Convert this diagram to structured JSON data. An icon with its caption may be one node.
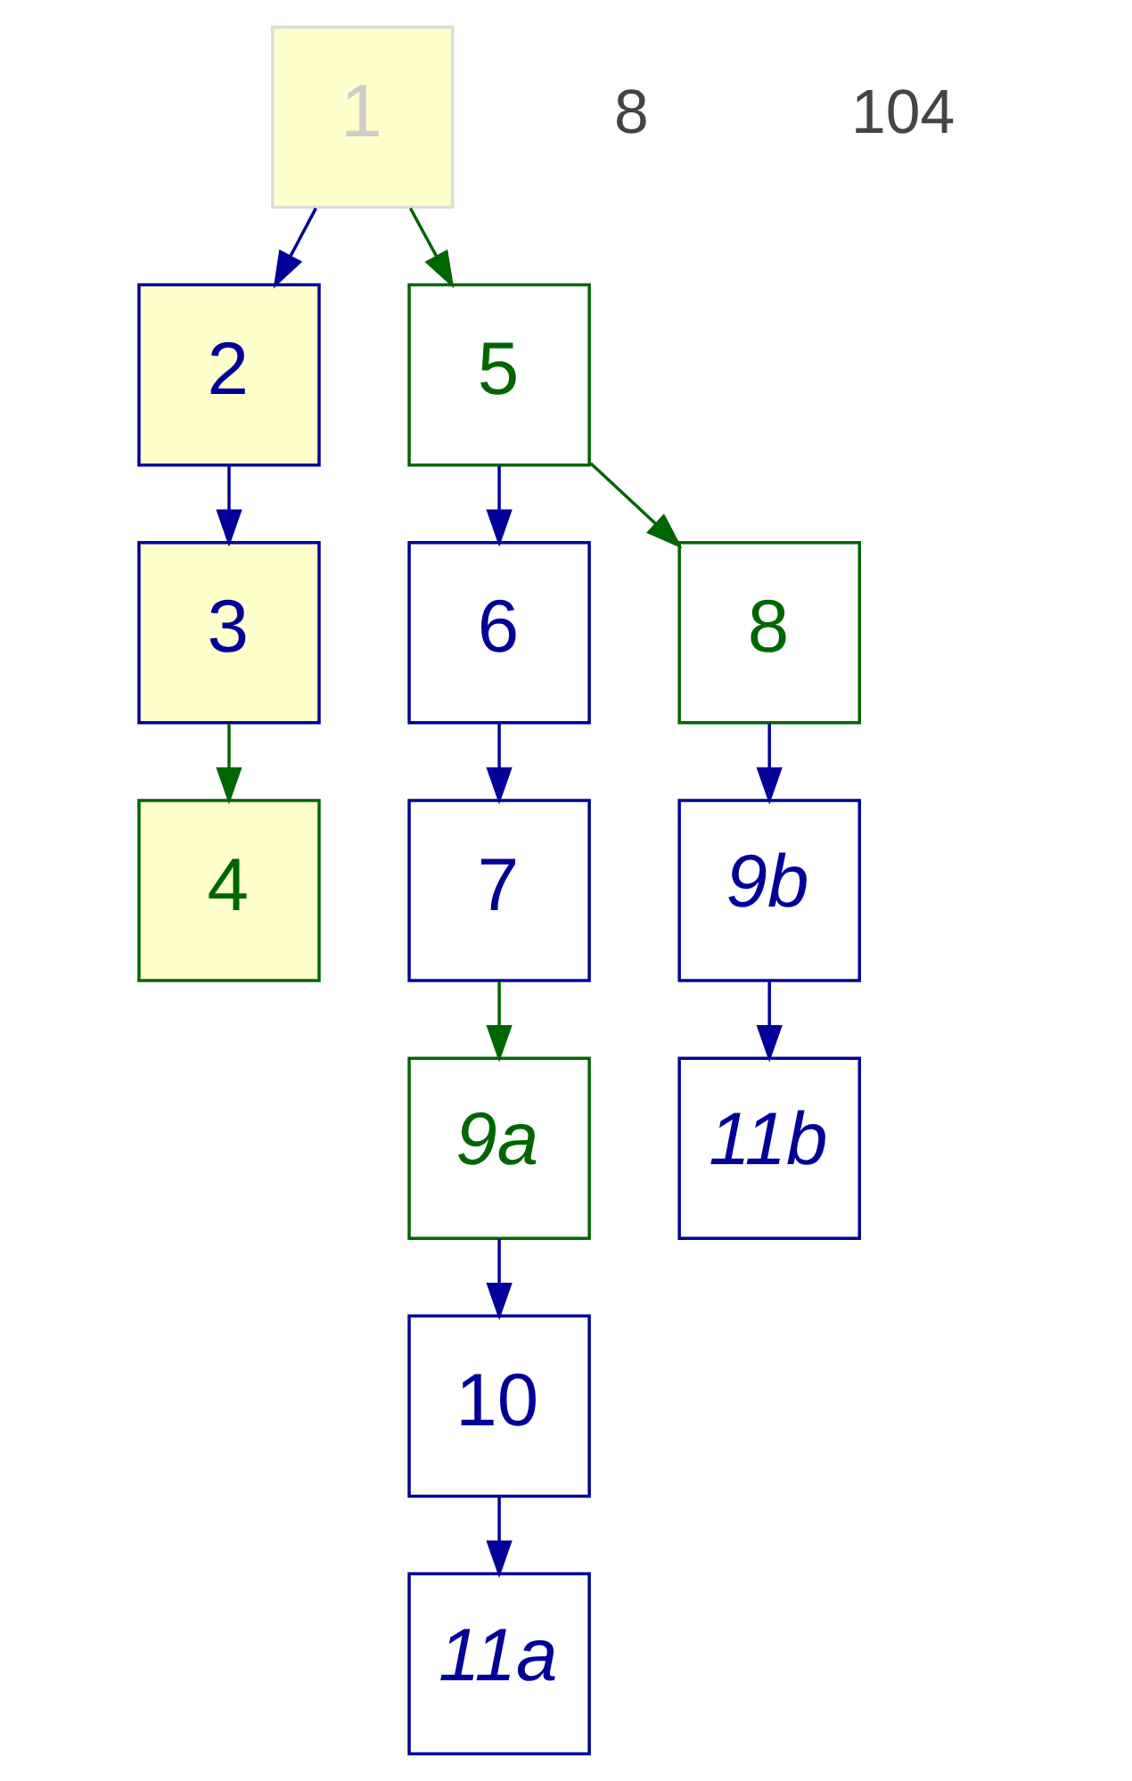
{
  "diagram": {
    "nodes": [
      {
        "text": [
          "1"
        ]
      },
      {
        "text": [
          "2"
        ]
      },
      {
        "text": [
          "3"
        ]
      },
      {
        "text": [
          "4"
        ]
      },
      {
        "text": [
          "5"
        ]
      },
      {
        "text": [
          "6"
        ]
      },
      {
        "text": [
          "7"
        ]
      },
      {
        "text": [
          "8"
        ]
      },
      {
        "text": [
          "9b"
        ]
      },
      {
        "text": [
          "11b"
        ]
      },
      {
        "text": [
          "9a"
        ]
      },
      {
        "text": [
          "10"
        ]
      },
      {
        "text": [
          "11a"
        ]
      }
    ],
    "edges": [
      {
        "from": 0,
        "to": 1,
        "arrow": "to"
      },
      {
        "from": 0,
        "to": 4,
        "arrow": "to",
        "color": "#006600"
      },
      {
        "from": 1,
        "to": 2,
        "arrow": "to"
      },
      {
        "from": 2,
        "to": 3,
        "arrow": "to",
        "color": "#006600"
      },
      {
        "from": 4,
        "to": 5,
        "arrow": "to"
      },
      {
        "from": 4,
        "to": 7,
        "arrow": "to",
        "color": "#006600"
      },
      {
        "from": 5,
        "to": 6,
        "arrow": "to"
      },
      {
        "from": 6,
        "to": 10,
        "arrow": "to",
        "color": "#006600"
      },
      {
        "from": 7,
        "to": 8,
        "arrow": "to"
      },
      {
        "from": 8,
        "to": 9,
        "arrow": "to"
      },
      {
        "from": 10,
        "to": 11,
        "arrow": "to"
      },
      {
        "from": 11,
        "to": 12,
        "arrow": "to"
      }
    ],
    "labels": [
      "8",
      "104"
    ]
  }
}
